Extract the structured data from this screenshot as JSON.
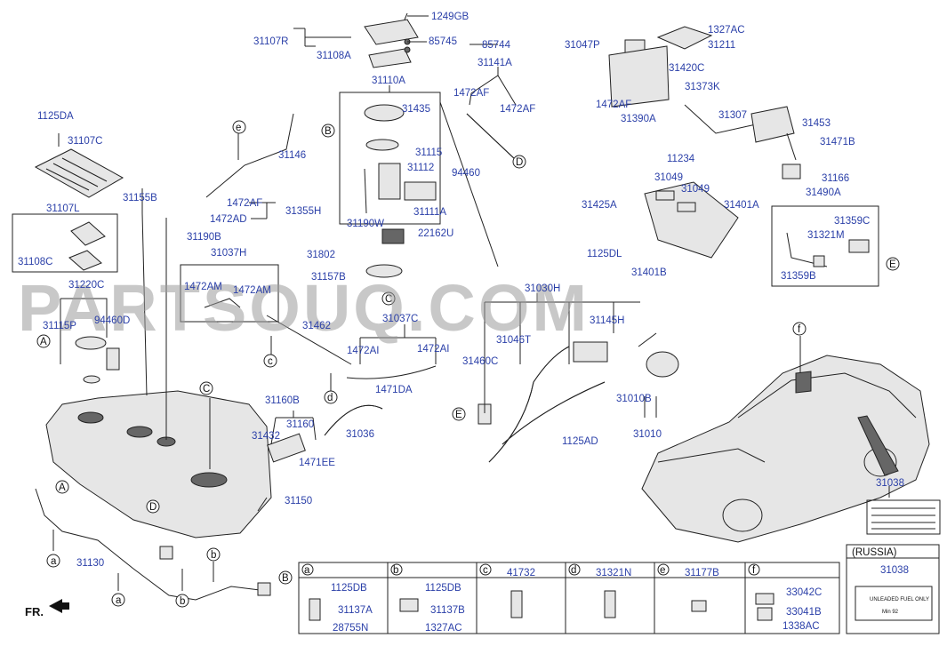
{
  "watermark": "PARTSOUQ.COM",
  "front_marker": "FR.",
  "region_box_title": "(RUSSIA)",
  "region_box_part": "31038",
  "label_sticker_text": "UNLEADED FUEL ONLY",
  "label_sticker_small": "Min 92",
  "part_labels": [
    "1249GB",
    "31107R",
    "31108A",
    "85745",
    "85744",
    "31141A",
    "1472AF",
    "1472AF",
    "31110A",
    "31435",
    "31115",
    "31112",
    "94460",
    "31111A",
    "31190W",
    "22162U",
    "31802",
    "31157B",
    "1125DA",
    "31107C",
    "31146",
    "31155B",
    "1472AF",
    "1472AD",
    "31355H",
    "31190B",
    "31107L",
    "31108C",
    "31037H",
    "1472AM",
    "1472AM",
    "31220C",
    "31115P",
    "94460D",
    "31462",
    "31037C",
    "1472AI",
    "1472AI",
    "31030H",
    "31046T",
    "31460C",
    "31145H",
    "31160B",
    "31432",
    "31160",
    "1471EE",
    "31036",
    "1471DA",
    "1125AD",
    "31010B",
    "31010",
    "31150",
    "31130",
    "31047P",
    "1327AC",
    "31211",
    "31420C",
    "31373K",
    "1472AF",
    "31390A",
    "31307",
    "31453",
    "31471B",
    "11234",
    "31049",
    "31049",
    "31425A",
    "31401A",
    "1125DL",
    "31401B",
    "31166",
    "31490A",
    "31359C",
    "31321M",
    "31359B",
    "31038"
  ],
  "callouts": [
    "A",
    "B",
    "C",
    "D",
    "E",
    "a",
    "b",
    "c",
    "d",
    "e",
    "f"
  ],
  "legend": [
    {
      "letter": "a",
      "parts": [
        "1125DB",
        "31137A",
        "28755N"
      ]
    },
    {
      "letter": "b",
      "parts": [
        "1125DB",
        "31137B",
        "1327AC"
      ]
    },
    {
      "letter": "c",
      "parts": [
        "41732"
      ]
    },
    {
      "letter": "d",
      "parts": [
        "31321N"
      ]
    },
    {
      "letter": "e",
      "parts": [
        "31177B"
      ]
    },
    {
      "letter": "f",
      "parts": [
        "33042C",
        "33041B",
        "1338AC"
      ]
    }
  ]
}
